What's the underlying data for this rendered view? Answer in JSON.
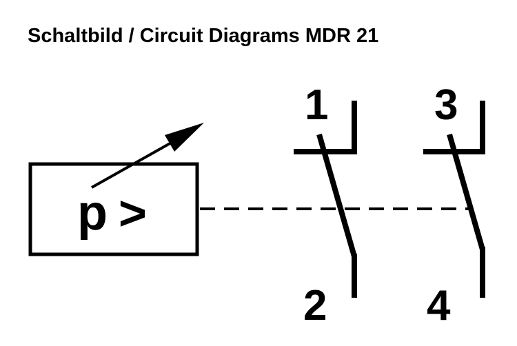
{
  "title": "Schaltbild / Circuit Diagrams MDR 21",
  "sensor": {
    "symbol_p": "p",
    "symbol_gt": ">"
  },
  "contacts": [
    {
      "top_terminal": "1",
      "bottom_terminal": "2"
    },
    {
      "top_terminal": "3",
      "bottom_terminal": "4"
    }
  ],
  "colors": {
    "ink": "#000000",
    "background": "#ffffff"
  }
}
